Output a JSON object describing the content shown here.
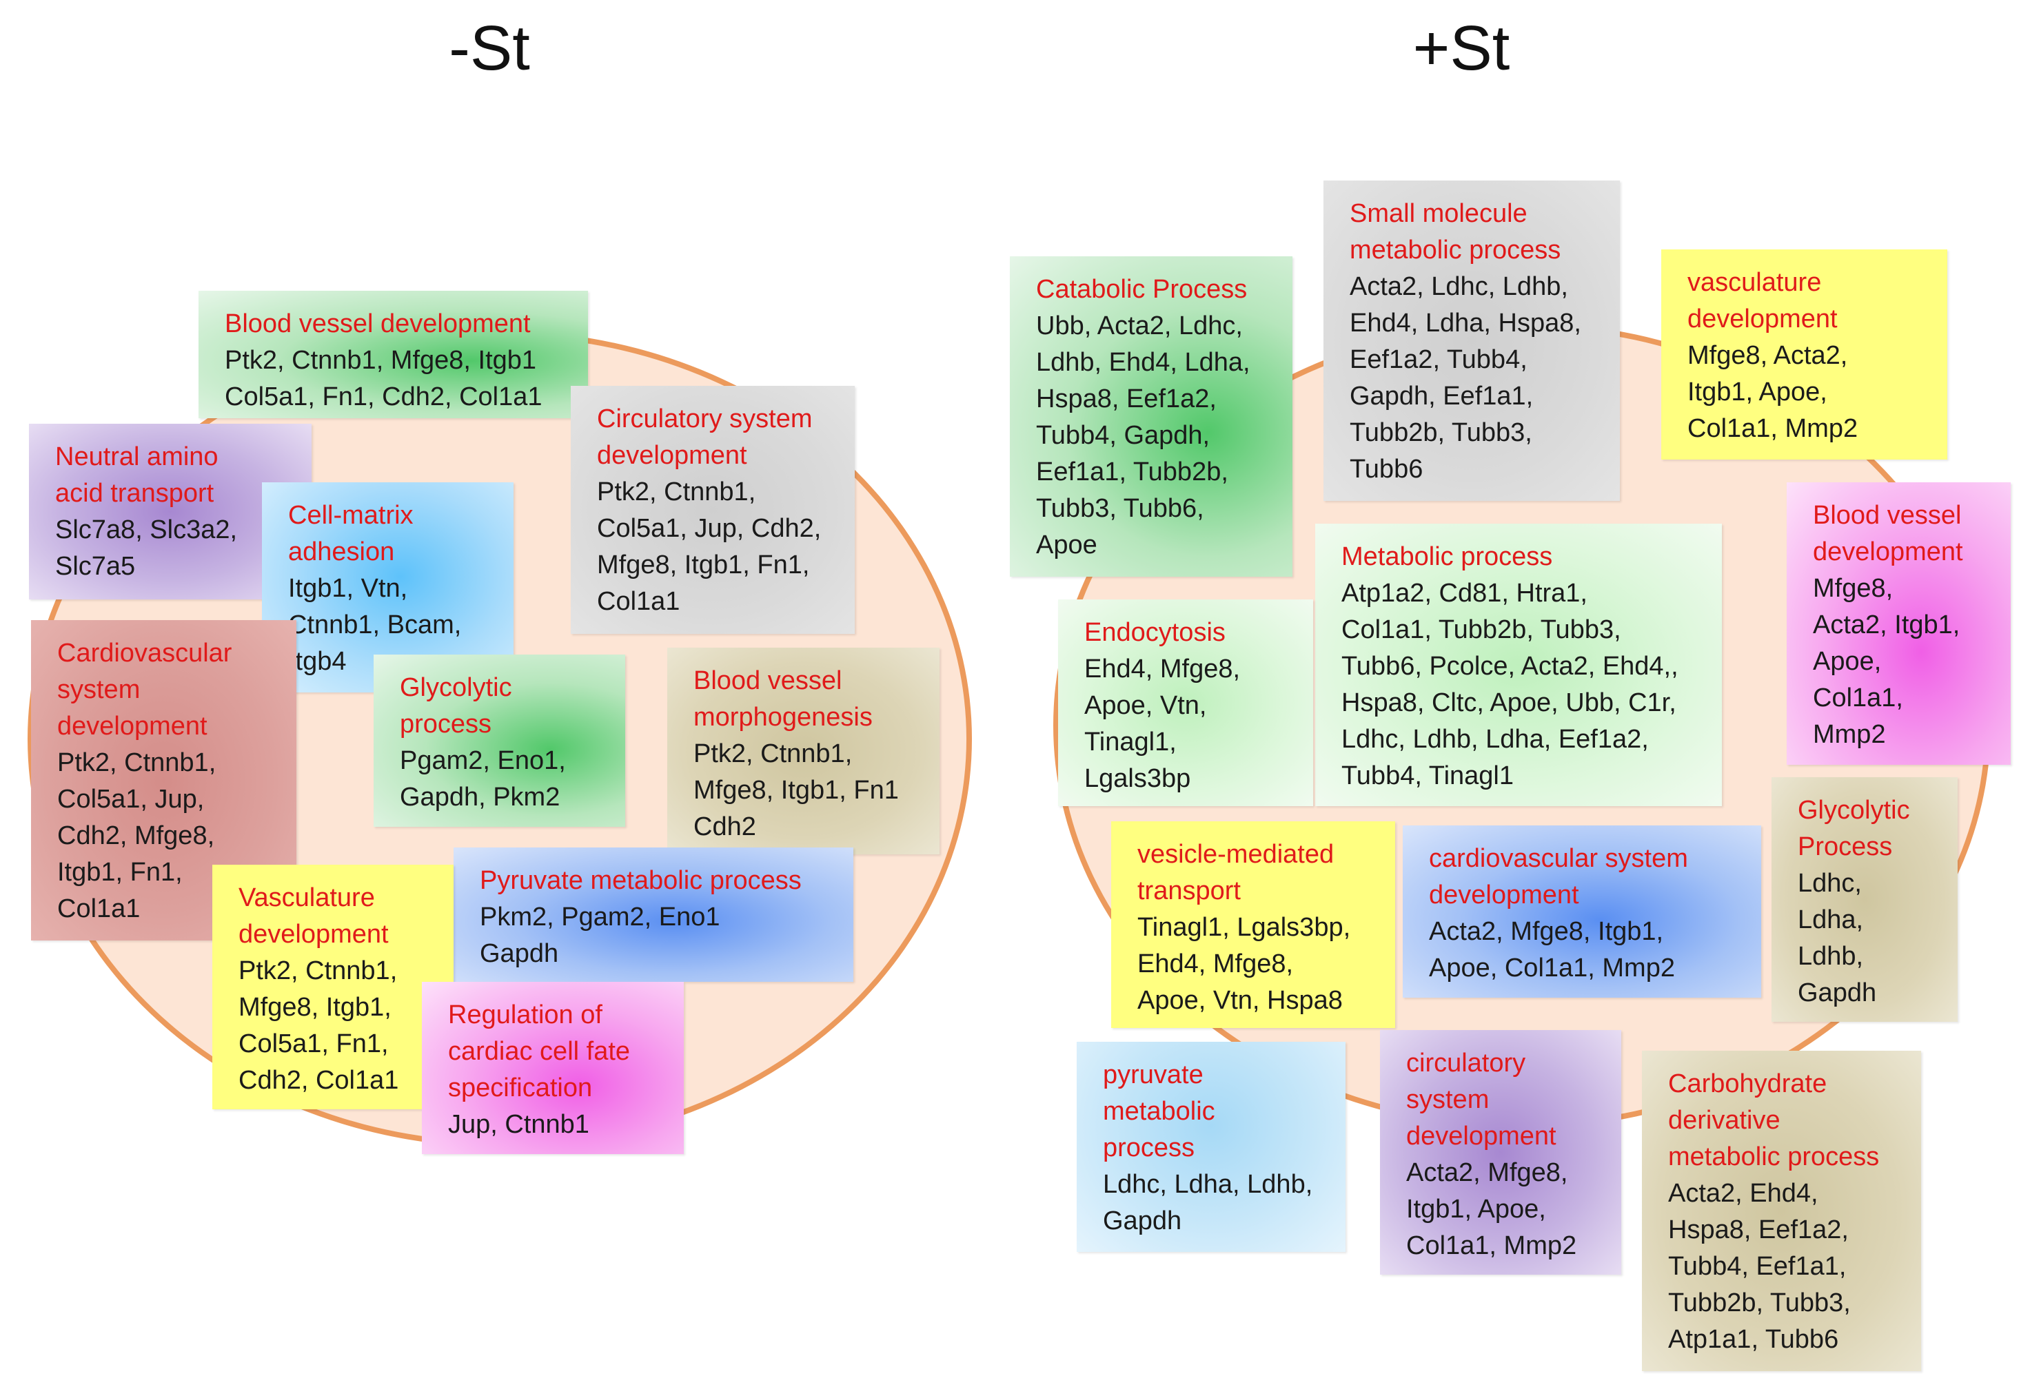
{
  "left": {
    "title": "-St",
    "boxes": [
      {
        "title": "Blood vessel development",
        "genes": "Ptk2, Ctnnb1, Mfge8, Itgb1\nCol5a1, Fn1, Cdh2, Col1a1"
      },
      {
        "title": "Neutral amino\nacid transport",
        "genes": "Slc7a8, Slc3a2,\nSlc7a5"
      },
      {
        "title": "Cell-matrix\nadhesion",
        "genes": "Itgb1, Vtn,\nCtnnb1, Bcam,\nItgb4"
      },
      {
        "title": "Circulatory system\ndevelopment",
        "genes": "Ptk2, Ctnnb1,\nCol5a1, Jup, Cdh2,\nMfge8, Itgb1, Fn1,\nCol1a1"
      },
      {
        "title": "Cardiovascular\nsystem\ndevelopment",
        "genes": "Ptk2, Ctnnb1,\nCol5a1, Jup,\nCdh2, Mfge8,\nItgb1, Fn1,\nCol1a1"
      },
      {
        "title": "Glycolytic\nprocess",
        "genes": "Pgam2, Eno1,\nGapdh, Pkm2"
      },
      {
        "title": "Blood vessel\nmorphogenesis",
        "genes": "Ptk2, Ctnnb1,\nMfge8, Itgb1, Fn1\nCdh2"
      },
      {
        "title": "Pyruvate metabolic process",
        "genes": "Pkm2, Pgam2, Eno1\nGapdh"
      },
      {
        "title": "Vasculature\ndevelopment",
        "genes": "Ptk2, Ctnnb1,\nMfge8, Itgb1,\nCol5a1, Fn1,\nCdh2, Col1a1"
      },
      {
        "title": "Regulation of\ncardiac cell fate\nspecification",
        "genes": "Jup, Ctnnb1"
      }
    ]
  },
  "right": {
    "title": "+St",
    "boxes": [
      {
        "title": "Small molecule\nmetabolic process",
        "genes": "Acta2, Ldhc, Ldhb,\nEhd4, Ldha, Hspa8,\nEef1a2, Tubb4,\nGapdh, Eef1a1,\nTubb2b, Tubb3,\nTubb6"
      },
      {
        "title": "Catabolic Process",
        "genes": "Ubb, Acta2, Ldhc,\nLdhb, Ehd4, Ldha,\nHspa8, Eef1a2,\nTubb4, Gapdh,\nEef1a1, Tubb2b,\nTubb3, Tubb6,\nApoe"
      },
      {
        "title": "vasculature\ndevelopment",
        "genes": "Mfge8, Acta2,\nItgb1, Apoe,\nCol1a1, Mmp2"
      },
      {
        "title": "Blood vessel\ndevelopment",
        "genes": "Mfge8,\nActa2, Itgb1,\nApoe,\nCol1a1,\nMmp2"
      },
      {
        "title": "Metabolic process",
        "genes": "Atp1a2, Cd81, Htra1,\nCol1a1, Tubb2b, Tubb3,\nTubb6, Pcolce, Acta2, Ehd4,,\nHspa8, Cltc, Apoe, Ubb, C1r,\nLdhc, Ldhb, Ldha, Eef1a2,\nTubb4, Tinagl1"
      },
      {
        "title": "Endocytosis",
        "genes": "Ehd4, Mfge8,\nApoe, Vtn,\nTinagl1,\nLgals3bp"
      },
      {
        "title": "vesicle-mediated\ntransport",
        "genes": "Tinagl1, Lgals3bp,\nEhd4, Mfge8,\nApoe, Vtn, Hspa8"
      },
      {
        "title": "cardiovascular system\ndevelopment",
        "genes": "Acta2, Mfge8, Itgb1,\nApoe, Col1a1, Mmp2"
      },
      {
        "title": "Glycolytic\nProcess",
        "genes": "Ldhc,\nLdha,\nLdhb,\nGapdh"
      },
      {
        "title": "pyruvate\nmetabolic\nprocess",
        "genes": "Ldhc, Ldha, Ldhb,\nGapdh"
      },
      {
        "title": "circulatory\nsystem\ndevelopment",
        "genes": "Acta2, Mfge8,\nItgb1, Apoe,\nCol1a1, Mmp2"
      },
      {
        "title": "Carbohydrate\nderivative\nmetabolic process",
        "genes": "Acta2, Ehd4,\nHspa8, Eef1a2,\nTubb4, Eef1a1,\nTubb2b, Tubb3,\nAtp1a1, Tubb6"
      }
    ]
  }
}
